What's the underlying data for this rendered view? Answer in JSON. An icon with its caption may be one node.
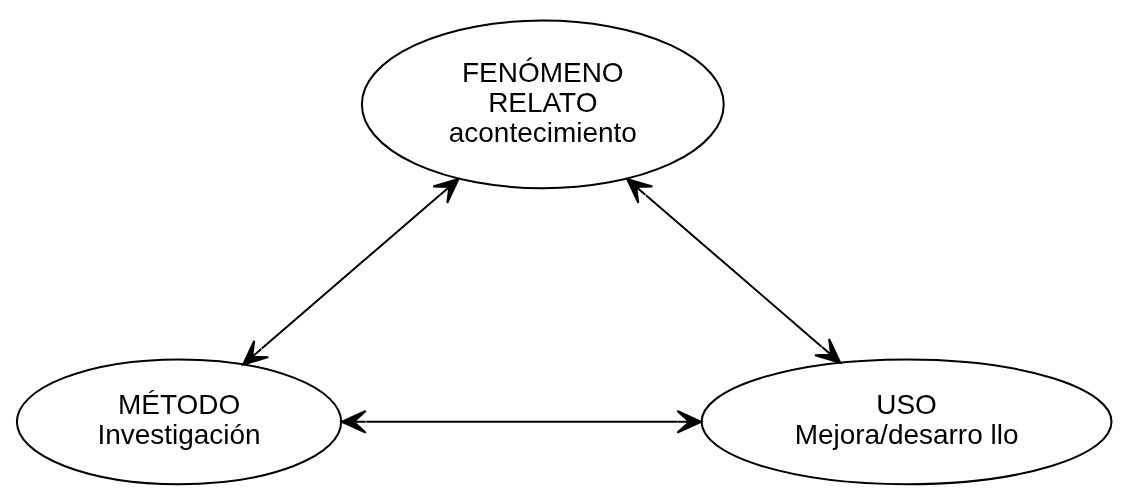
{
  "diagram": {
    "nodes": [
      {
        "text": [
          "FENÓMENO",
          "RELATO",
          "acontecimiento"
        ]
      },
      {
        "text": [
          "MÉTODO",
          "Investigación"
        ]
      },
      {
        "text": [
          "USO",
          "Mejora/desarro llo"
        ]
      }
    ],
    "edges": [
      {
        "from": 0,
        "to": 1,
        "arrow": "both"
      },
      {
        "from": 0,
        "to": 2,
        "arrow": "both"
      },
      {
        "from": 1,
        "to": 2,
        "arrow": "both"
      }
    ]
  }
}
